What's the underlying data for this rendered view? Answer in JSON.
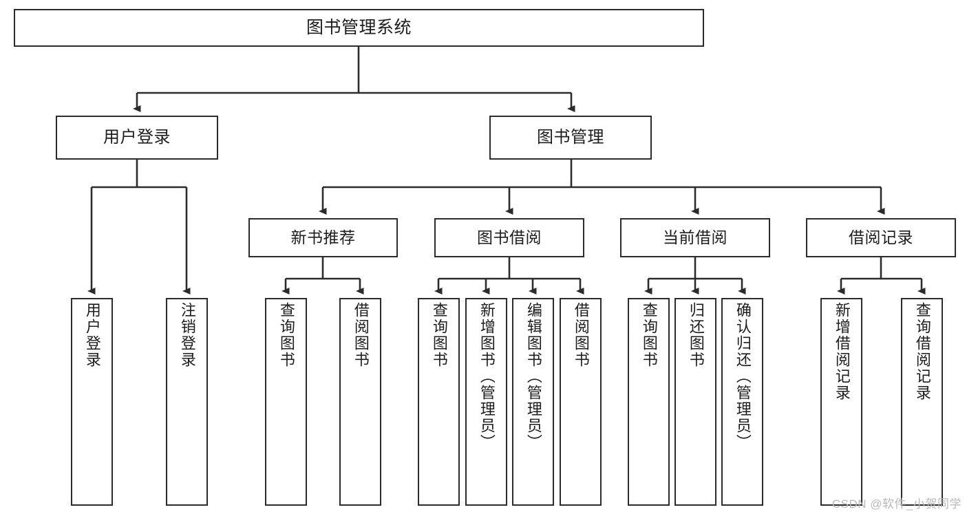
{
  "diagram": {
    "type": "tree",
    "title": "图书管理系统",
    "watermark": "CSDN @软件_小贺同学",
    "colors": {
      "box_border": "#2b2b2b",
      "box_fill": "#ffffff",
      "connector": "#2b2b2b",
      "text": "#1d1d1d",
      "watermark": "#b9b9b9"
    },
    "nodes": {
      "root": {
        "label": "图书管理系统"
      },
      "level2": [
        {
          "id": "user-login",
          "label": "用户登录"
        },
        {
          "id": "book-manage",
          "label": "图书管理"
        }
      ],
      "level3": [
        {
          "id": "new-book-recommend",
          "label": "新书推荐"
        },
        {
          "id": "book-borrow",
          "label": "图书借阅"
        },
        {
          "id": "current-borrow",
          "label": "当前借阅"
        },
        {
          "id": "borrow-record",
          "label": "借阅记录"
        }
      ],
      "leaves": {
        "user_login": [
          {
            "id": "leaf-user-login",
            "label": "用户登录"
          },
          {
            "id": "leaf-user-logout",
            "label": "注销登录"
          }
        ],
        "new_book_recommend": [
          {
            "id": "leaf-query-book-1",
            "label": "查询图书"
          },
          {
            "id": "leaf-borrow-book-1",
            "label": "借阅图书"
          }
        ],
        "book_borrow": [
          {
            "id": "leaf-query-book-2",
            "label": "查询图书"
          },
          {
            "id": "leaf-add-book",
            "label": "新增图书（管理员）"
          },
          {
            "id": "leaf-edit-book",
            "label": "编辑图书（管理员）"
          },
          {
            "id": "leaf-borrow-book-2",
            "label": "借阅图书"
          }
        ],
        "current_borrow": [
          {
            "id": "leaf-query-book-3",
            "label": "查询图书"
          },
          {
            "id": "leaf-return-book",
            "label": "归还图书"
          },
          {
            "id": "leaf-confirm-return",
            "label": "确认归还（管理员）"
          }
        ],
        "borrow_record": [
          {
            "id": "leaf-add-record",
            "label": "新增借阅记录"
          },
          {
            "id": "leaf-query-record",
            "label": "查询借阅记录"
          }
        ]
      }
    }
  }
}
